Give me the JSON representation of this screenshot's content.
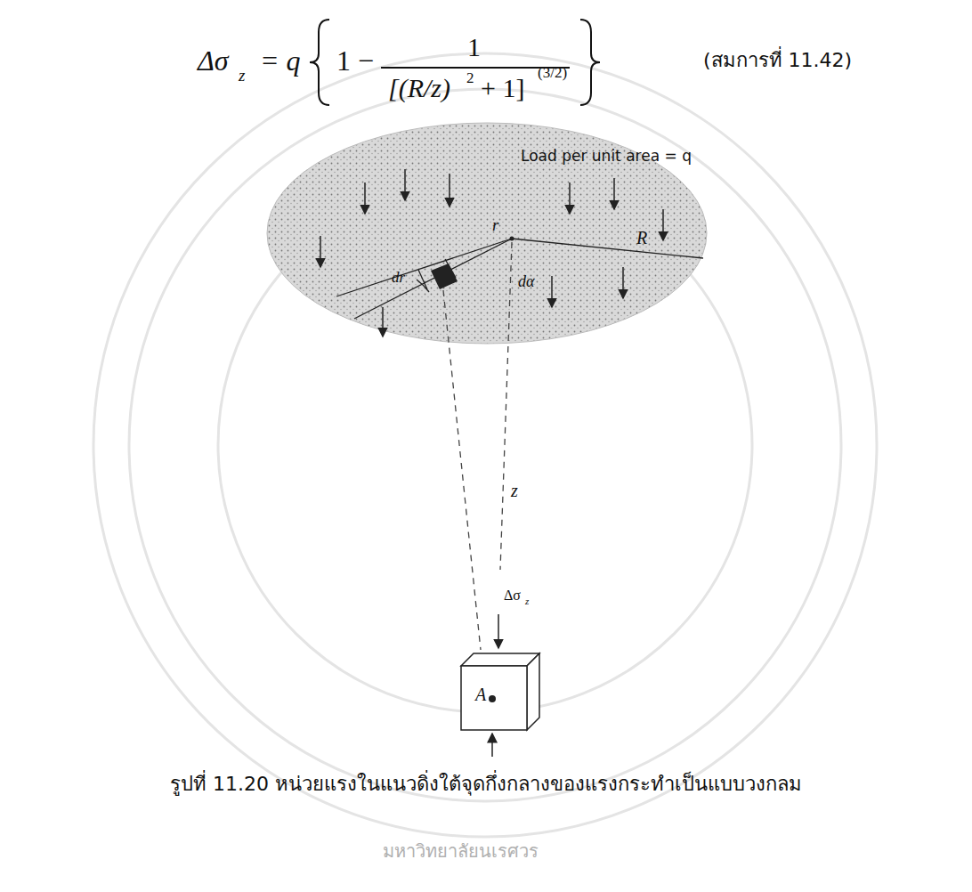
{
  "diagram": {
    "caption": "รูปที่ 11.20 หน่วยแรงในแนวดิ่งใต้จุดกึ่งกลางของแรงกระทำเป็นแบบวงกลม",
    "nodes": [
      {
        "text": [
          "A"
        ]
      }
    ],
    "labels": [
      "Δσ",
      "z",
      "= q",
      "1 −",
      "1",
      "[(R/z)",
      "2",
      "+ 1]",
      "(3/2)",
      "(สมการที่ 11.42)",
      "Load per unit area = q",
      "R",
      "r",
      "dr",
      "dα",
      "z",
      "Δσ",
      "z",
      "มหาวิทยาลัยนเรศวร"
    ]
  }
}
